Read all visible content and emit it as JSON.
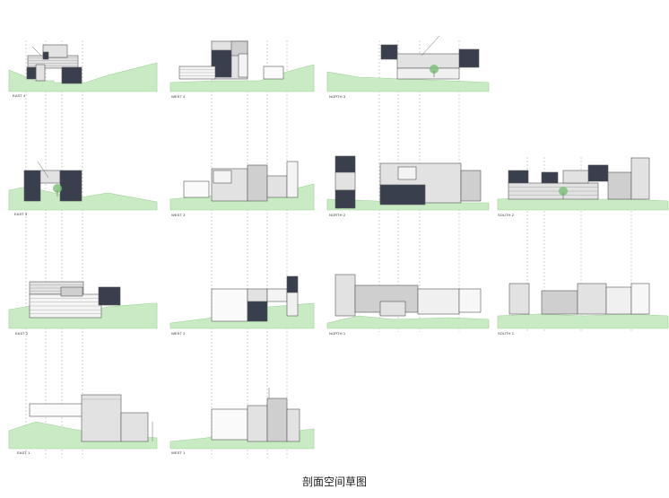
{
  "caption": "剖面空间草图",
  "sections": [
    {
      "label": "EAST 4"
    },
    {
      "label": "WEST 4"
    },
    {
      "label": "NORTH 3"
    },
    {
      "label": "EAST 3"
    },
    {
      "label": "WEST 3"
    },
    {
      "label": "NORTH 2"
    },
    {
      "label": "SOUTH 2"
    },
    {
      "label": "EAST 2"
    },
    {
      "label": "WEST 2"
    },
    {
      "label": "NORTH 1"
    },
    {
      "label": "SOUTH 1"
    },
    {
      "label": "EAST 1"
    },
    {
      "label": "WEST 1"
    }
  ],
  "colors": {
    "ground": "#c9ebc4",
    "ground_edge": "#9fcf98",
    "dark_block": "#3a3f4e",
    "light_block": "#e2e2e2",
    "mid_block": "#cfcfcf",
    "line": "#555555",
    "dash": "#9a9a9a",
    "tree": "#7fc07a"
  }
}
